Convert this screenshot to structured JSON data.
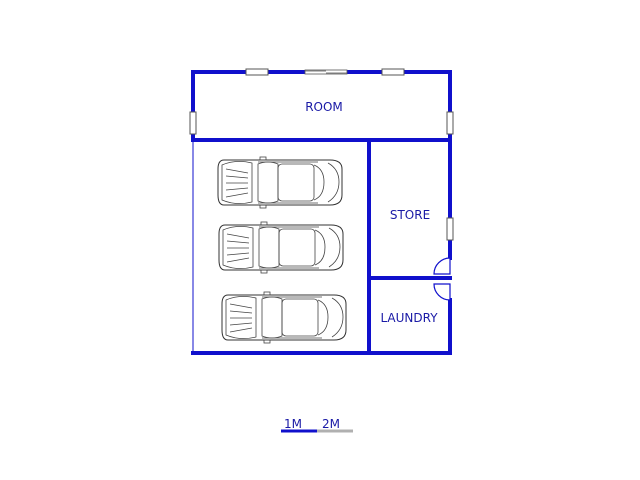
{
  "rooms": {
    "room": "ROOM",
    "store": "STORE",
    "laundry": "LAUNDRY"
  },
  "scale_bar": {
    "label_1": "1M",
    "label_2": "2M"
  },
  "colors": {
    "wall": "#1010cc",
    "label": "#1a1aa6",
    "scale_secondary": "#b0b0b0"
  }
}
